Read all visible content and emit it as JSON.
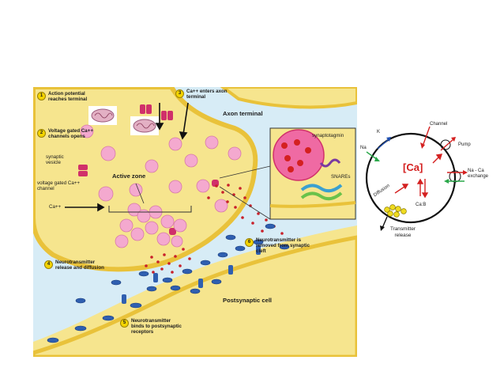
{
  "synapse": {
    "steps": [
      {
        "num": "1",
        "text": "Action potential reaches terminal"
      },
      {
        "num": "2",
        "text": "Voltage gated Ca++ channels opens"
      },
      {
        "num": "3",
        "text": "Ca++ enters axon terminal"
      },
      {
        "num": "4",
        "text": "Neurotransmitter release and diffusion"
      },
      {
        "num": "5",
        "text": "Neurotransmitter binds to postsynaptic receptors"
      },
      {
        "num": "6",
        "text": "Neurotransmitter is removed from synaptic cleft"
      }
    ],
    "labels": {
      "axon_terminal": "Axon terminal",
      "synaptic_vesicle": "synaptic vesicle",
      "vg_channel": "voltage gated Ca++ channel",
      "ca_ion": "Ca++",
      "active_zone": "Active zone",
      "postsynaptic_cell": "Postsynaptic cell",
      "synaptotagmin": "synaptotagmin",
      "snares": "SNAREs"
    },
    "colors": {
      "cytoplasm": "#f6e58e",
      "membrane": "#e9c23a",
      "cleft": "#d7ecf6",
      "vesicle": "#f4a9cf",
      "channel": "#d0306a",
      "receptor": "#2f5fb0",
      "transmitter": "#c8202a"
    }
  },
  "calcium": {
    "channel": "Channel",
    "k": "K",
    "na": "Na",
    "pump": "Pump",
    "ca_center": "[Ca]",
    "exchange": "Na - Ca exchange",
    "diffusion": "Diffusion",
    "cab": "Ca:B",
    "release": "Transmitter release",
    "colors": {
      "ca": "#d42020",
      "k": "#1f4fb0",
      "na": "#2aa84a",
      "vesicle": "#f0dc20"
    }
  }
}
